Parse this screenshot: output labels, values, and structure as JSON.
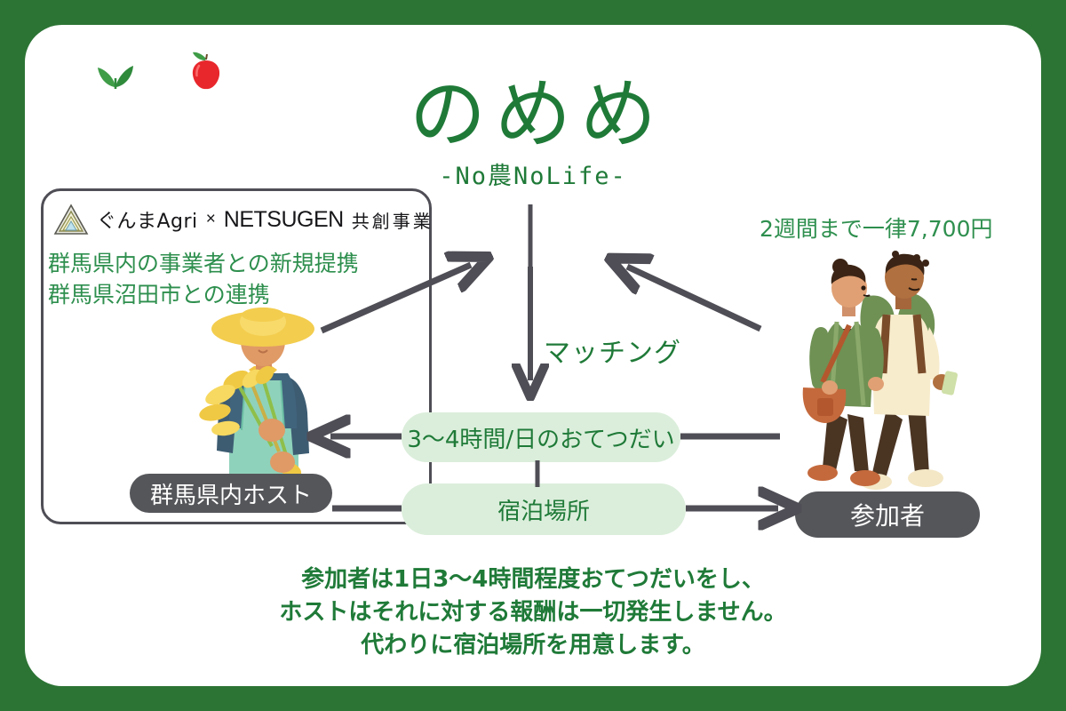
{
  "theme": {
    "bg_green": "#2c7434",
    "card_bg": "#ffffff",
    "brand_green": "#1f7a38",
    "text_green": "#2e8f4e",
    "pill_green_bg": "#dbeedb",
    "dark_pill_bg": "#55565a",
    "line_gray": "#4f4d55",
    "apple_red": "#e8272c"
  },
  "logo": {
    "main_text": "のめめ",
    "subtitle": "-No農NoLife-",
    "leaf_icon": "leaf-icon",
    "apple_icon": "apple-icon"
  },
  "host_box": {
    "triangle_icon": "gunma-triangle-icon",
    "partner_gunma": "ぐんまAgri",
    "partner_times": "×",
    "partner_netsugen": "NETSUGEN",
    "partner_kyoso": "共創事業",
    "lines": [
      "群馬県内の事業者との新規提携",
      "群馬県沼田市との連携"
    ]
  },
  "labels": {
    "host": "群馬県内ホスト",
    "guest": "参加者"
  },
  "illustrations": {
    "farmer": "farmer-illustration",
    "travellers": "travellers-illustration"
  },
  "flow": {
    "fee_note": "2週間まで一律7,700円",
    "matching": "マッチング",
    "pill_help": "3〜4時間/日のおてつだい",
    "pill_stay": "宿泊場所"
  },
  "caption": {
    "line1": "参加者は1日3〜4時間程度おてつだいをし、",
    "line2": "ホストはそれに対する報酬は一切発生しません。",
    "line3": "代わりに宿泊場所を用意します。"
  }
}
